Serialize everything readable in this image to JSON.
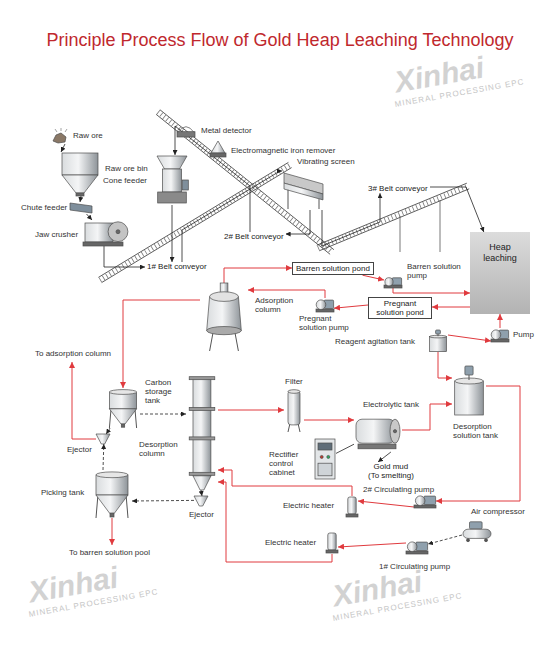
{
  "diagram": {
    "title": "Principle Process Flow of Gold Heap Leaching Technology",
    "nodes": [
      {
        "text": [
          "Raw ore"
        ]
      },
      {
        "text": [
          "Raw ore bin"
        ]
      },
      {
        "text": [
          "Chute feeder"
        ]
      },
      {
        "text": [
          "Jaw crusher"
        ]
      },
      {
        "text": [
          "Cone feeder"
        ]
      },
      {
        "text": [
          "Metal detector"
        ]
      },
      {
        "text": [
          "Electromagnetic iron remover"
        ]
      },
      {
        "text": [
          "Vibrating screen"
        ]
      },
      {
        "text": [
          "1# Belt conveyor"
        ]
      },
      {
        "text": [
          "2# Belt conveyor"
        ]
      },
      {
        "text": [
          "3# Belt conveyor"
        ]
      },
      {
        "text": [
          "Heap leaching"
        ]
      },
      {
        "text": [
          "Barren solution pond"
        ]
      },
      {
        "text": [
          "Barren solution pump"
        ]
      },
      {
        "text": [
          "Pregnant solution pond"
        ]
      },
      {
        "text": [
          "Pregnant solution pump"
        ]
      },
      {
        "text": [
          "Pump"
        ]
      },
      {
        "text": [
          "Adsorption column"
        ]
      },
      {
        "text": [
          "Reagent agitation tank"
        ]
      },
      {
        "text": [
          "Carbon storage tank"
        ]
      },
      {
        "text": [
          "Ejector"
        ]
      },
      {
        "text": [
          "Desorption column"
        ]
      },
      {
        "text": [
          "Ejector"
        ]
      },
      {
        "text": [
          "Picking tank"
        ]
      },
      {
        "text": [
          "Filter"
        ]
      },
      {
        "text": [
          "Rectifier control cabinet"
        ]
      },
      {
        "text": [
          "Electrolytic tank"
        ]
      },
      {
        "text": [
          "Gold mud",
          "(To smelting)"
        ]
      },
      {
        "text": [
          "Desorption solution tank"
        ]
      },
      {
        "text": [
          "Electric heater"
        ]
      },
      {
        "text": [
          "Electric heater"
        ]
      },
      {
        "text": [
          "2# Circulating pump"
        ]
      },
      {
        "text": [
          "1# Circulating pump"
        ]
      },
      {
        "text": [
          "Air compressor"
        ]
      }
    ],
    "edges": [
      {
        "from": 0,
        "to": 1,
        "arrow": "to"
      },
      {
        "from": 1,
        "to": 2,
        "arrow": "to"
      },
      {
        "from": 2,
        "to": 3,
        "arrow": "to"
      },
      {
        "from": 3,
        "to": 8,
        "arrow": "to"
      },
      {
        "from": 8,
        "to": 7,
        "arrow": "to"
      },
      {
        "from": 7,
        "to": 9,
        "arrow": "to"
      },
      {
        "from": 9,
        "to": 4,
        "arrow": "to"
      },
      {
        "from": 4,
        "to": 8,
        "arrow": "to"
      },
      {
        "from": 7,
        "to": 10,
        "arrow": "to"
      },
      {
        "from": 10,
        "to": 11,
        "arrow": "to"
      },
      {
        "from": 11,
        "to": 14,
        "arrow": "to"
      },
      {
        "from": 14,
        "to": 15,
        "arrow": "to"
      },
      {
        "from": 15,
        "to": 17,
        "arrow": "to"
      },
      {
        "from": 17,
        "to": 12,
        "arrow": "to"
      },
      {
        "from": 12,
        "to": 13,
        "arrow": "to"
      },
      {
        "from": 13,
        "to": 11,
        "arrow": "to"
      },
      {
        "from": 18,
        "to": 16,
        "arrow": "to"
      },
      {
        "from": 16,
        "to": 11,
        "arrow": "to"
      },
      {
        "from": 18,
        "to": 28,
        "arrow": "to"
      },
      {
        "from": 17,
        "to": 19,
        "arrow": "to"
      },
      {
        "from": 19,
        "to": 20,
        "arrow": "to"
      },
      {
        "from": 19,
        "to": 21,
        "arrow": "to"
      },
      {
        "from": 21,
        "to": 22,
        "arrow": "to"
      },
      {
        "from": 22,
        "to": 23,
        "arrow": "to"
      },
      {
        "from": 23,
        "to": 20,
        "arrow": "to"
      },
      {
        "from": 21,
        "to": 24,
        "arrow": "to"
      },
      {
        "from": 24,
        "to": 26,
        "arrow": "to"
      },
      {
        "from": 25,
        "to": 26,
        "arrow": "none"
      },
      {
        "from": 26,
        "to": 27,
        "arrow": "to"
      },
      {
        "from": 26,
        "to": 28,
        "arrow": "to"
      },
      {
        "from": 28,
        "to": 31,
        "arrow": "to"
      },
      {
        "from": 33,
        "to": 32,
        "arrow": "to"
      },
      {
        "from": 31,
        "to": 29,
        "arrow": "to"
      },
      {
        "from": 29,
        "to": 21,
        "arrow": "to"
      },
      {
        "from": 32,
        "to": 30,
        "arrow": "to"
      },
      {
        "from": 30,
        "to": 21,
        "arrow": "to"
      }
    ],
    "labels": [
      "To adsorption column",
      "To barren solution pool",
      "Xinhai",
      "MINERAL PROCESSING EPC",
      "Xinhai",
      "MINERAL PROCESSING EPC",
      "Xinhai",
      "MINERAL PROCESSING EPC"
    ]
  }
}
